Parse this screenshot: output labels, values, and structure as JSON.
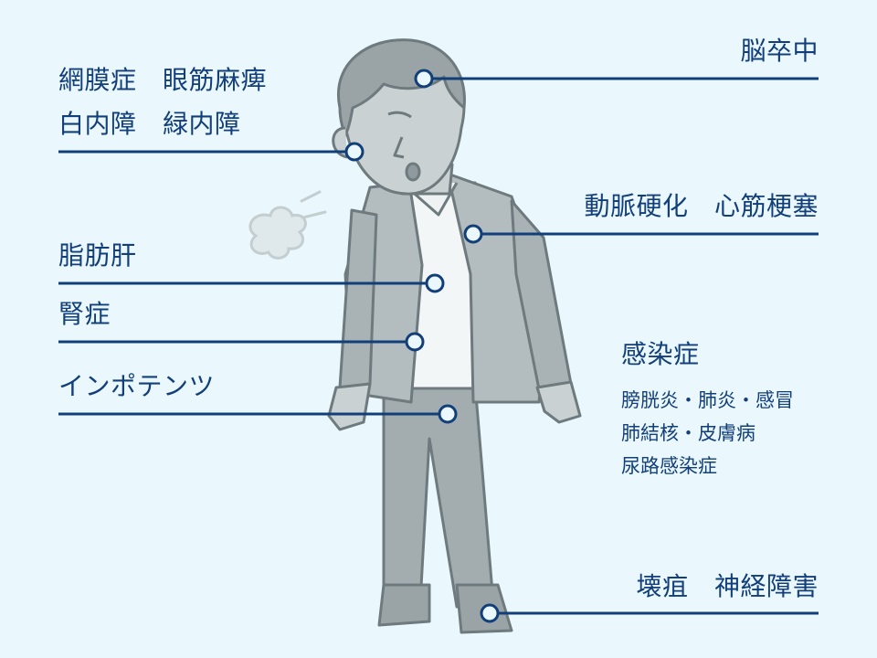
{
  "labels": {
    "eye_line1": "網膜症　眼筋麻痺",
    "eye_line2": "白内障　緑内障",
    "stroke": "脳卒中",
    "artery": "動脈硬化　心筋梗塞",
    "liver": "脂肪肝",
    "kidney": "腎症",
    "impotence": "インポテンツ",
    "infection": "感染症",
    "infection_sub1": "膀胱炎・肺炎・感冒",
    "infection_sub2": "肺結核・皮膚病",
    "infection_sub3": "尿路感染症",
    "foot": "壊疽　神経障害"
  },
  "colors": {
    "background": "#eaf8fd",
    "text": "#123f7a",
    "line": "#123f7a",
    "figure": "#a9b4b8",
    "figure_dark": "#8f9a9e",
    "outline": "#6e7a7e"
  }
}
